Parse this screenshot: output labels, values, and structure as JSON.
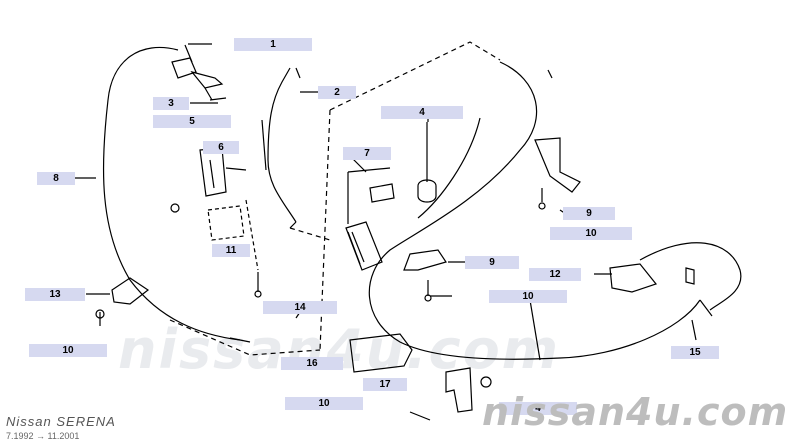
{
  "footer": {
    "model": "Nissan SERENA",
    "years": "7.1992 → 11.2001"
  },
  "watermark": {
    "big": "nissan4u.com",
    "small": "nissan4u.com"
  },
  "labels": {
    "p1": "1",
    "p2": "2",
    "p3": "3",
    "p4_top": "4",
    "p5": "5",
    "p6": "6",
    "p7": "7",
    "p8": "8",
    "p9_right": "9",
    "p10_right": "10",
    "p11": "11",
    "p9_mid": "9",
    "p12": "12",
    "p13": "13",
    "p10_mid": "10",
    "p14": "14",
    "p10_left": "10",
    "p15": "15",
    "p16": "16",
    "p17": "17",
    "p10_bottom": "10",
    "p4_bottom": "4"
  },
  "colors": {
    "label_bg": "#d6d9f0",
    "line": "#000000"
  }
}
